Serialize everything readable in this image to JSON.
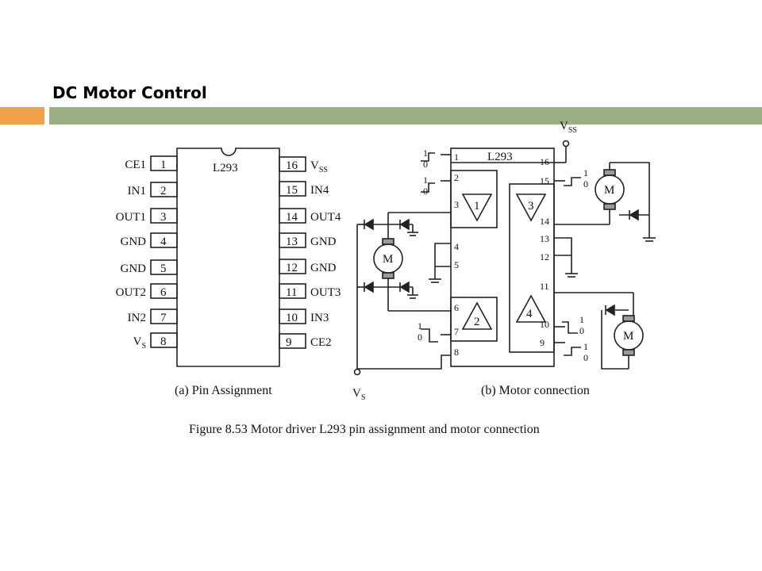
{
  "slide": {
    "title": "DC Motor Control"
  },
  "pin_assignment": {
    "chip": "L293",
    "left_pins": [
      {
        "num": "1",
        "name": "CE1"
      },
      {
        "num": "2",
        "name": "IN1"
      },
      {
        "num": "3",
        "name": "OUT1"
      },
      {
        "num": "4",
        "name": "GND"
      },
      {
        "num": "5",
        "name": "GND"
      },
      {
        "num": "6",
        "name": "OUT2"
      },
      {
        "num": "7",
        "name": "IN2"
      },
      {
        "num": "8",
        "name": "V",
        "sub": "S"
      }
    ],
    "right_pins": [
      {
        "num": "16",
        "name": "V",
        "sub": "SS"
      },
      {
        "num": "15",
        "name": "IN4"
      },
      {
        "num": "14",
        "name": "OUT4"
      },
      {
        "num": "13",
        "name": "GND"
      },
      {
        "num": "12",
        "name": "GND"
      },
      {
        "num": "11",
        "name": "OUT3"
      },
      {
        "num": "10",
        "name": "IN3"
      },
      {
        "num": "9",
        "name": "CE2"
      }
    ],
    "caption": "(a) Pin Assignment"
  },
  "motor_connection": {
    "chip": "L293",
    "vss": {
      "main": "V",
      "sub": "SS"
    },
    "vs": {
      "main": "V",
      "sub": "S"
    },
    "left_pin_numbers": [
      "1",
      "2",
      "3",
      "4",
      "5",
      "6",
      "7",
      "8"
    ],
    "right_pin_numbers": [
      "16",
      "15",
      "14",
      "13",
      "12",
      "11",
      "10",
      "9"
    ],
    "drivers": [
      "1",
      "2",
      "3",
      "4"
    ],
    "motor_label": "M",
    "logic_high": "1",
    "logic_low": "0",
    "caption": "(b) Motor connection"
  },
  "figure_caption": "Figure 8.53 Motor driver L293 pin assignment and motor connection"
}
